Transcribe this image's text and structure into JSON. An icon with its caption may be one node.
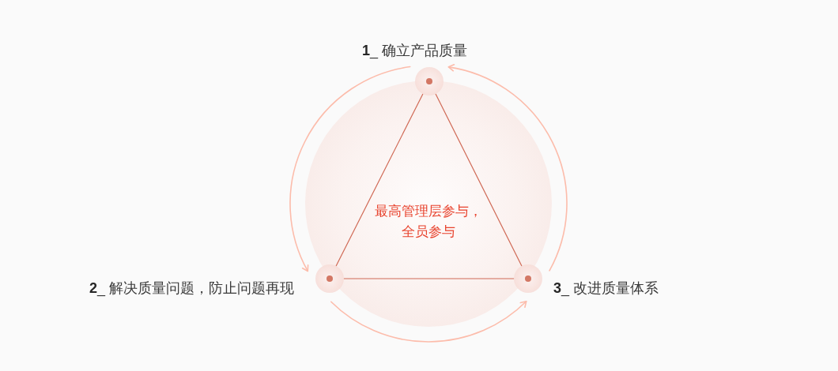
{
  "diagram": {
    "nodes": [
      {
        "text": [],
        "shape": "circle",
        "beside": [
          "**1**_ 确立产品质量"
        ]
      },
      {
        "text": [],
        "shape": "circle",
        "beside": [
          "**2**_ 解决质量问题，防止问题再现"
        ]
      },
      {
        "text": [],
        "shape": "circle",
        "beside": [
          "**3**_ 改进质量体系"
        ]
      }
    ],
    "edges": [
      {
        "from": 0,
        "to": 1,
        "arrow": "none"
      },
      {
        "from": 1,
        "to": 2,
        "arrow": "none"
      },
      {
        "from": 2,
        "to": 0,
        "arrow": "none"
      },
      {
        "from": 0,
        "to": 1,
        "arrow": "to",
        "color": "#fcbcab"
      },
      {
        "from": 1,
        "to": 2,
        "arrow": "to",
        "color": "#fcbcab"
      },
      {
        "from": 2,
        "to": 0,
        "arrow": "to",
        "color": "#fcbcab"
      }
    ],
    "labels": [
      "最高管理层参与，全员参与"
    ]
  }
}
